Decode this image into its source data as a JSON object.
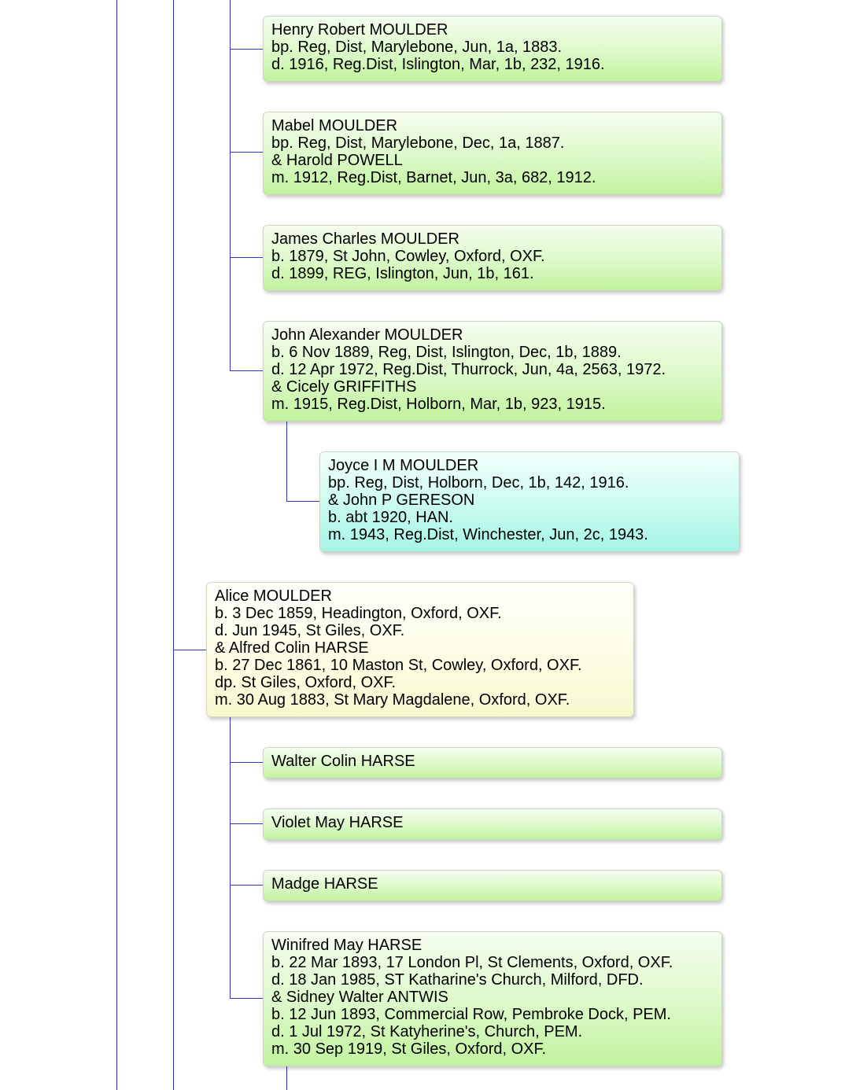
{
  "people": [
    {
      "id": "henry",
      "lines": [
        "Henry Robert MOULDER",
        "bp. Reg, Dist, Marylebone, Jun, 1a, 1883.",
        "d. 1916, Reg.Dist, Islington, Mar, 1b, 232, 1916."
      ]
    },
    {
      "id": "mabel",
      "lines": [
        "Mabel MOULDER",
        "bp. Reg, Dist, Marylebone, Dec, 1a, 1887.",
        "& Harold POWELL",
        "m. 1912, Reg.Dist, Barnet, Jun, 3a, 682, 1912."
      ]
    },
    {
      "id": "james",
      "lines": [
        "James Charles MOULDER",
        "b. 1879, St John, Cowley, Oxford, OXF.",
        "d. 1899, REG, Islington, Jun, 1b, 161."
      ]
    },
    {
      "id": "john",
      "lines": [
        "John Alexander MOULDER",
        "b. 6 Nov 1889, Reg, Dist, Islington, Dec, 1b, 1889.",
        "d. 12 Apr 1972, Reg.Dist, Thurrock, Jun, 4a, 2563, 1972.",
        "& Cicely GRIFFITHS",
        "m. 1915, Reg.Dist, Holborn, Mar, 1b, 923, 1915."
      ]
    },
    {
      "id": "joyce",
      "lines": [
        "Joyce I M MOULDER",
        "bp. Reg, Dist, Holborn, Dec, 1b, 142, 1916.",
        "& John P GERESON",
        "b. abt 1920, HAN.",
        "m. 1943, Reg.Dist, Winchester, Jun, 2c, 1943."
      ]
    },
    {
      "id": "alice",
      "lines": [
        "Alice MOULDER",
        "b. 3 Dec 1859, Headington, Oxford, OXF.",
        "d. Jun 1945, St Giles, OXF.",
        "& Alfred Colin HARSE",
        "b. 27 Dec 1861, 10 Maston St, Cowley, Oxford, OXF.",
        "dp. St Giles, Oxford, OXF.",
        "m. 30 Aug 1883, St Mary Magdalene, Oxford, OXF."
      ]
    },
    {
      "id": "walter",
      "lines": [
        "Walter Colin HARSE"
      ]
    },
    {
      "id": "violet",
      "lines": [
        "Violet May HARSE"
      ]
    },
    {
      "id": "madge",
      "lines": [
        "Madge HARSE"
      ]
    },
    {
      "id": "winifred",
      "lines": [
        "Winifred May HARSE",
        "b. 22 Mar 1893, 17 London Pl, St Clements, Oxford, OXF.",
        "d. 18 Jan 1985, ST Katharine's Church, Milford, DFD.",
        "& Sidney Walter ANTWIS",
        "b. 12 Jun 1893, Commercial Row, Pembroke Dock, PEM.",
        "d. 1 Jul 1972, St Katyherine's, Church, PEM.",
        "m. 30 Sep 1919, St Giles, Oxford, OXF."
      ]
    }
  ],
  "colors": {
    "connector": "#3333bb",
    "generation_green": "#c2f29e",
    "generation_cyan": "#a6f5e6",
    "generation_yellow": "#f8f8cf"
  }
}
